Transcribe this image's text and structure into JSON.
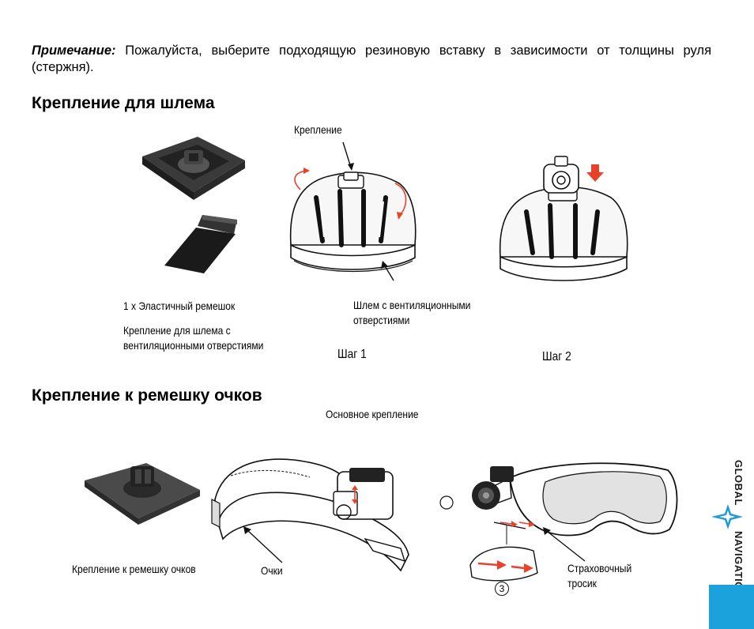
{
  "note": {
    "label": "Примечание:",
    "text": " Пожалуйста, выберите подходящую резиновую вставку в зависимости от толщины руля (стержня)."
  },
  "helmet_section": {
    "title": "Крепление для шлема",
    "mount_label": "Крепление",
    "strap_caption": "1 х Эластичный ремешок",
    "mount_caption": "Крепление для шлема с вентиляционными отверстиями",
    "helmet_caption": "Шлем с вентиляционными отверстиями",
    "step1": "Шаг 1",
    "step2": "Шаг 2"
  },
  "goggles_section": {
    "title": "Крепление к ремешку очков",
    "main_mount": "Основное крепление",
    "goggle_mount_caption": "Крепление к ремешку очков",
    "goggles_caption": "Очки",
    "tether_caption": "Страховочный тросик",
    "circle_number": "3"
  },
  "logo": {
    "top": "GLOBAL",
    "bottom": "NAVIGATION"
  },
  "colors": {
    "accent_red": "#e8432a",
    "logo_blue": "#1e9bd7",
    "blue_block": "#1ba1dc"
  }
}
